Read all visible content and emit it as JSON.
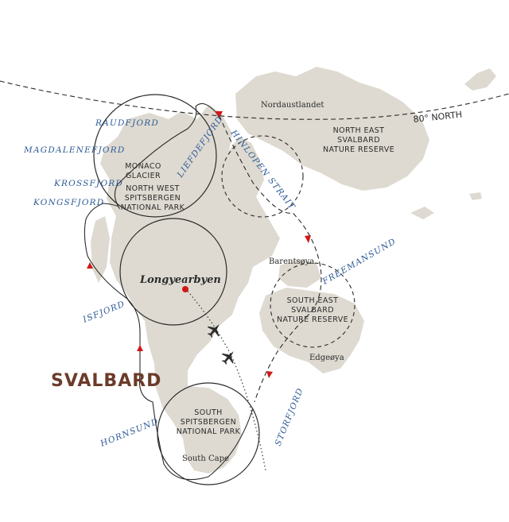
{
  "map": {
    "title": "SVALBARD",
    "latitude_label": "80° NORTH",
    "fjords": {
      "raudfjord": "RAUDFJORD",
      "magdalenefjord": "MAGDALENEFJORD",
      "krossfjord": "KROSSFJORD",
      "kongsfjord": "KONGSFJORD",
      "isfjord": "ISFJORD",
      "hornsund": "HORNSUND",
      "liefdefjord": "LIEFDEFJORD",
      "hinlopen": "HINLOPEN STRAIT",
      "freemansund": "FREEMANSUND",
      "storfjord": "STORFJORD"
    },
    "places": {
      "nordaustlandet": "Nordaustlandet",
      "barentsoya": "Barentsøya",
      "edgeoya": "Edgeøya",
      "south_cape": "South Cape",
      "longyearbyen": "Longyearbyen"
    },
    "areas": {
      "monaco": [
        "MONACO",
        "GLACIER"
      ],
      "nw_park": [
        "NORTH WEST",
        "SPITSBERGEN",
        "NATIONAL PARK"
      ],
      "ne_reserve": [
        "NORTH EAST",
        "SVALBARD",
        "NATURE RESERVE"
      ],
      "se_reserve": [
        "SOUTH EAST",
        "SVALBARD",
        "NATURE RESERVE"
      ],
      "s_park": [
        "SOUTH",
        "SPITSBERGEN",
        "NATIONAL PARK"
      ]
    },
    "colors": {
      "land": "#dedad1",
      "route_arrow": "#d01818",
      "title": "#6b3b2a",
      "fjord_label": "#2d5a96"
    }
  }
}
